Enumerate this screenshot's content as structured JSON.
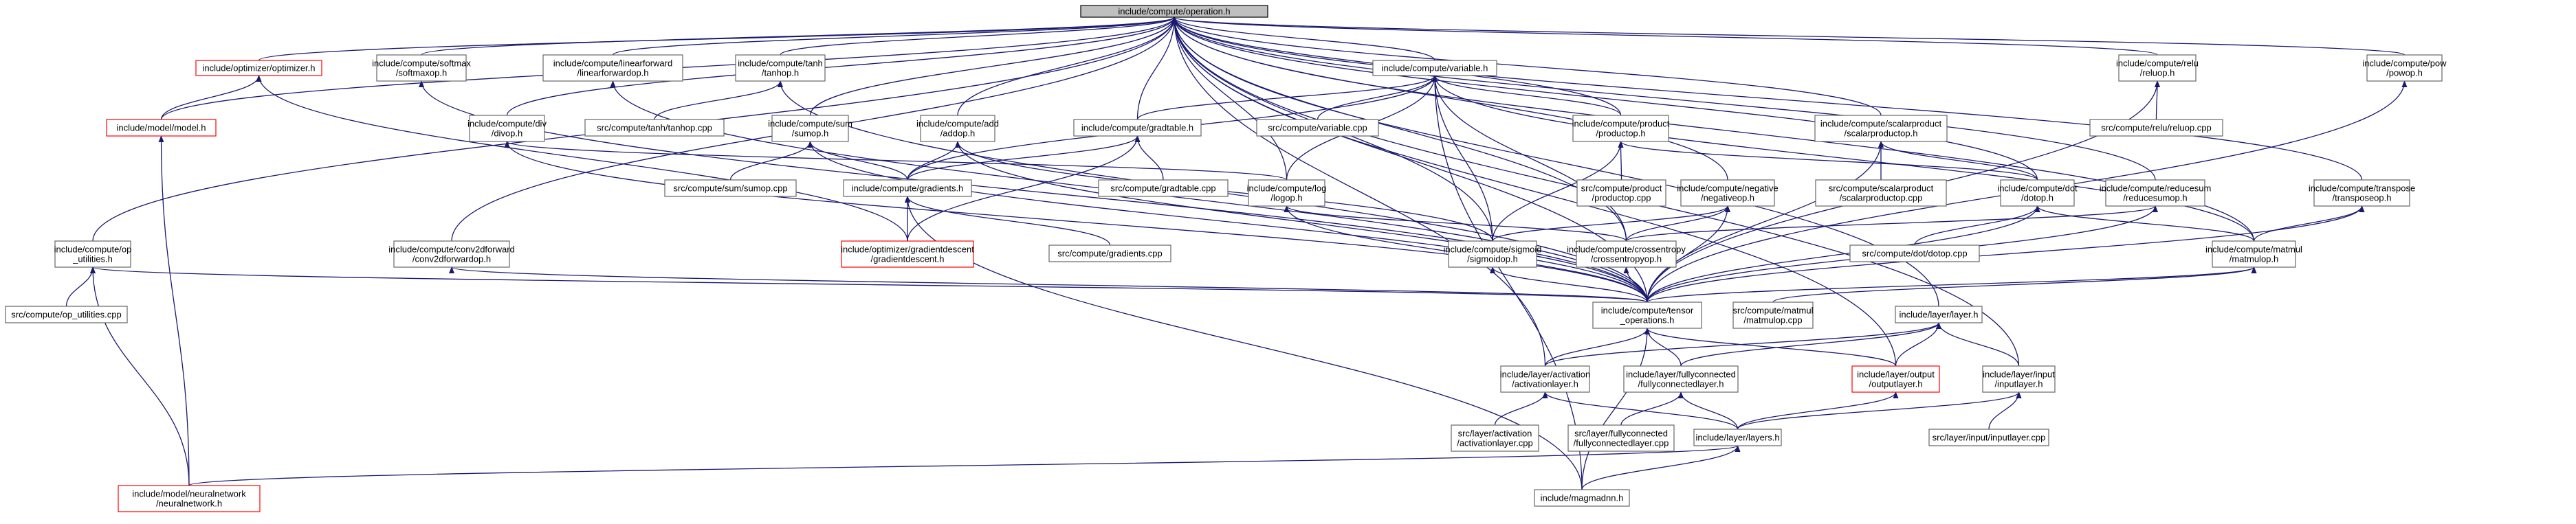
{
  "graph": {
    "title": "",
    "colors": {
      "edge": "#191970",
      "node_border": "#666666",
      "node_fill": "#ffffff",
      "root_fill": "#bfbfbf",
      "link_missing_border": "#ff0000"
    },
    "nodes": [
      {
        "id": "n_op",
        "lines": [
          "include/compute/operation.h"
        ],
        "root": true,
        "red": false
      },
      {
        "id": "n_optimizer",
        "lines": [
          "include/optimizer/optimizer.h"
        ],
        "root": false,
        "red": true
      },
      {
        "id": "n_softmax",
        "lines": [
          "include/compute/softmax",
          "/softmaxop.h"
        ],
        "root": false,
        "red": false
      },
      {
        "id": "n_linearforward",
        "lines": [
          "include/compute/linearforward",
          "/linearforwardop.h"
        ],
        "root": false,
        "red": false
      },
      {
        "id": "n_tanh",
        "lines": [
          "include/compute/tanh",
          "/tanhop.h"
        ],
        "root": false,
        "red": false
      },
      {
        "id": "n_variable",
        "lines": [
          "include/compute/variable.h"
        ],
        "root": false,
        "red": false
      },
      {
        "id": "n_relu",
        "lines": [
          "include/compute/relu",
          "/reluop.h"
        ],
        "root": false,
        "red": false
      },
      {
        "id": "n_pow",
        "lines": [
          "include/compute/pow",
          "/powop.h"
        ],
        "root": false,
        "red": false
      },
      {
        "id": "n_model",
        "lines": [
          "include/model/model.h"
        ],
        "root": false,
        "red": true
      },
      {
        "id": "n_div",
        "lines": [
          "include/compute/div",
          "/divop.h"
        ],
        "root": false,
        "red": false
      },
      {
        "id": "n_tanhcpp",
        "lines": [
          "src/compute/tanh/tanhop.cpp"
        ],
        "root": false,
        "red": false
      },
      {
        "id": "n_sum",
        "lines": [
          "include/compute/sum",
          "/sumop.h"
        ],
        "root": false,
        "red": false
      },
      {
        "id": "n_add",
        "lines": [
          "include/compute/add",
          "/addop.h"
        ],
        "root": false,
        "red": false
      },
      {
        "id": "n_gradtable",
        "lines": [
          "include/compute/gradtable.h"
        ],
        "root": false,
        "red": false
      },
      {
        "id": "n_variablecpp",
        "lines": [
          "src/compute/variable.cpp"
        ],
        "root": false,
        "red": false
      },
      {
        "id": "n_product",
        "lines": [
          "include/compute/product",
          "/productop.h"
        ],
        "root": false,
        "red": false
      },
      {
        "id": "n_scalarproduct",
        "lines": [
          "include/compute/scalarproduct",
          "/scalarproductop.h"
        ],
        "root": false,
        "red": false
      },
      {
        "id": "n_relucpp",
        "lines": [
          "src/compute/relu/reluop.cpp"
        ],
        "root": false,
        "red": false
      },
      {
        "id": "n_sumcpp",
        "lines": [
          "src/compute/sum/sumop.cpp"
        ],
        "root": false,
        "red": false
      },
      {
        "id": "n_gradtablecpp",
        "lines": [
          "src/compute/gradtable.cpp"
        ],
        "root": false,
        "red": false
      },
      {
        "id": "n_log",
        "lines": [
          "include/compute/log",
          "/logop.h"
        ],
        "root": false,
        "red": false
      },
      {
        "id": "n_productcpp",
        "lines": [
          "src/compute/product",
          "/productop.cpp"
        ],
        "root": false,
        "red": false
      },
      {
        "id": "n_scalarproductcpp",
        "lines": [
          "src/compute/scalarproduct",
          "/scalarproductop.cpp"
        ],
        "root": false,
        "red": false
      },
      {
        "id": "n_gradients",
        "lines": [
          "include/compute/gradients.h"
        ],
        "root": false,
        "red": false
      },
      {
        "id": "n_negative",
        "lines": [
          "include/compute/negative",
          "/negativeop.h"
        ],
        "root": false,
        "red": false
      },
      {
        "id": "n_dot",
        "lines": [
          "include/compute/dot",
          "/dotop.h"
        ],
        "root": false,
        "red": false
      },
      {
        "id": "n_reducesum",
        "lines": [
          "include/compute/reducesum",
          "/reducesumop.h"
        ],
        "root": false,
        "red": false
      },
      {
        "id": "n_transpose",
        "lines": [
          "include/compute/transpose",
          "/transposeop.h"
        ],
        "root": false,
        "red": false
      },
      {
        "id": "n_oputil",
        "lines": [
          "include/compute/op",
          "_utilities.h"
        ],
        "root": false,
        "red": false
      },
      {
        "id": "n_conv2d",
        "lines": [
          "include/compute/conv2dforward",
          "/conv2dforwardop.h"
        ],
        "root": false,
        "red": false
      },
      {
        "id": "n_graddescent",
        "lines": [
          "include/optimizer/gradientdescent",
          "/gradientdescent.h"
        ],
        "root": false,
        "red": true
      },
      {
        "id": "n_gradientscpp",
        "lines": [
          "src/compute/gradients.cpp"
        ],
        "root": false,
        "red": false
      },
      {
        "id": "n_sigmoid",
        "lines": [
          "include/compute/sigmoid",
          "/sigmoidop.h"
        ],
        "root": false,
        "red": false
      },
      {
        "id": "n_crossentropy",
        "lines": [
          "include/compute/crossentropy",
          "/crossentropyop.h"
        ],
        "root": false,
        "red": false
      },
      {
        "id": "n_dotcpp",
        "lines": [
          "src/compute/dot/dotop.cpp"
        ],
        "root": false,
        "red": false
      },
      {
        "id": "n_matmul",
        "lines": [
          "include/compute/matmul",
          "/matmulop.h"
        ],
        "root": false,
        "red": false
      },
      {
        "id": "n_oputilcpp",
        "lines": [
          "src/compute/op_utilities.cpp"
        ],
        "root": false,
        "red": false
      },
      {
        "id": "n_tensorops",
        "lines": [
          "include/compute/tensor",
          "_operations.h"
        ],
        "root": false,
        "red": false
      },
      {
        "id": "n_matmulcpp",
        "lines": [
          "src/compute/matmul",
          "/matmulop.cpp"
        ],
        "root": false,
        "red": false
      },
      {
        "id": "n_layer",
        "lines": [
          "include/layer/layer.h"
        ],
        "root": false,
        "red": false
      },
      {
        "id": "n_activation",
        "lines": [
          "include/layer/activation",
          "/activationlayer.h"
        ],
        "root": false,
        "red": false
      },
      {
        "id": "n_fc",
        "lines": [
          "include/layer/fullyconnected",
          "/fullyconnectedlayer.h"
        ],
        "root": false,
        "red": false
      },
      {
        "id": "n_output",
        "lines": [
          "include/layer/output",
          "/outputlayer.h"
        ],
        "root": false,
        "red": true
      },
      {
        "id": "n_input",
        "lines": [
          "include/layer/input",
          "/inputlayer.h"
        ],
        "root": false,
        "red": false
      },
      {
        "id": "n_activationcpp",
        "lines": [
          "src/layer/activation",
          "/activationlayer.cpp"
        ],
        "root": false,
        "red": false
      },
      {
        "id": "n_fccpp",
        "lines": [
          "src/layer/fullyconnected",
          "/fullyconnectedlayer.cpp"
        ],
        "root": false,
        "red": false
      },
      {
        "id": "n_layers",
        "lines": [
          "include/layer/layers.h"
        ],
        "root": false,
        "red": false
      },
      {
        "id": "n_inputcpp",
        "lines": [
          "src/layer/input/inputlayer.cpp"
        ],
        "root": false,
        "red": false
      },
      {
        "id": "n_neuralnet",
        "lines": [
          "include/model/neuralnetwork",
          "/neuralnetwork.h"
        ],
        "root": false,
        "red": true
      },
      {
        "id": "n_magmadnn",
        "lines": [
          "include/magmadnn.h"
        ],
        "root": false,
        "red": false
      }
    ],
    "edges": [
      [
        "n_optimizer",
        "n_op"
      ],
      [
        "n_softmax",
        "n_op"
      ],
      [
        "n_linearforward",
        "n_op"
      ],
      [
        "n_tanh",
        "n_op"
      ],
      [
        "n_variable",
        "n_op"
      ],
      [
        "n_relu",
        "n_op"
      ],
      [
        "n_pow",
        "n_op"
      ],
      [
        "n_model",
        "n_op"
      ],
      [
        "n_div",
        "n_op"
      ],
      [
        "n_sum",
        "n_op"
      ],
      [
        "n_add",
        "n_op"
      ],
      [
        "n_gradtable",
        "n_op"
      ],
      [
        "n_product",
        "n_op"
      ],
      [
        "n_scalarproduct",
        "n_op"
      ],
      [
        "n_log",
        "n_op"
      ],
      [
        "n_negative",
        "n_op"
      ],
      [
        "n_dot",
        "n_op"
      ],
      [
        "n_reducesum",
        "n_op"
      ],
      [
        "n_transpose",
        "n_op"
      ],
      [
        "n_oputil",
        "n_op"
      ],
      [
        "n_conv2d",
        "n_op"
      ],
      [
        "n_sigmoid",
        "n_op"
      ],
      [
        "n_crossentropy",
        "n_op"
      ],
      [
        "n_matmul",
        "n_op"
      ],
      [
        "n_tensorops",
        "n_op"
      ],
      [
        "n_layer",
        "n_op"
      ],
      [
        "n_activation",
        "n_op"
      ],
      [
        "n_input",
        "n_op"
      ],
      [
        "n_output",
        "n_op"
      ],
      [
        "n_model",
        "n_optimizer"
      ],
      [
        "n_graddescent",
        "n_optimizer"
      ],
      [
        "n_neuralnet",
        "n_model"
      ],
      [
        "n_tensorops",
        "n_softmax"
      ],
      [
        "n_tensorops",
        "n_linearforward"
      ],
      [
        "n_tanhcpp",
        "n_tanh"
      ],
      [
        "n_tensorops",
        "n_tanh"
      ],
      [
        "n_gradtable",
        "n_variable"
      ],
      [
        "n_variablecpp",
        "n_variable"
      ],
      [
        "n_product",
        "n_variable"
      ],
      [
        "n_log",
        "n_variable"
      ],
      [
        "n_gradients",
        "n_variable"
      ],
      [
        "n_sigmoid",
        "n_variable"
      ],
      [
        "n_crossentropy",
        "n_variable"
      ],
      [
        "n_matmul",
        "n_variable"
      ],
      [
        "n_magmadnn",
        "n_variable"
      ],
      [
        "n_relucpp",
        "n_relu"
      ],
      [
        "n_tensorops",
        "n_relu"
      ],
      [
        "n_tensorops",
        "n_pow"
      ],
      [
        "n_log",
        "n_div"
      ],
      [
        "n_tensorops",
        "n_div"
      ],
      [
        "n_sumcpp",
        "n_sum"
      ],
      [
        "n_gradients",
        "n_sum"
      ],
      [
        "n_tensorops",
        "n_sum"
      ],
      [
        "n_gradients",
        "n_add"
      ],
      [
        "n_sigmoid",
        "n_add"
      ],
      [
        "n_tensorops",
        "n_add"
      ],
      [
        "n_gradients",
        "n_gradtable"
      ],
      [
        "n_gradtablecpp",
        "n_gradtable"
      ],
      [
        "n_graddescent",
        "n_gradtable"
      ],
      [
        "n_productcpp",
        "n_product"
      ],
      [
        "n_sigmoid",
        "n_product"
      ],
      [
        "n_dot",
        "n_product"
      ],
      [
        "n_scalarproductcpp",
        "n_scalarproduct"
      ],
      [
        "n_dot",
        "n_scalarproduct"
      ],
      [
        "n_tensorops",
        "n_scalarproduct"
      ],
      [
        "n_crossentropy",
        "n_log"
      ],
      [
        "n_tensorops",
        "n_log"
      ],
      [
        "n_gradientscpp",
        "n_gradients"
      ],
      [
        "n_graddescent",
        "n_gradients"
      ],
      [
        "n_magmadnn",
        "n_gradients"
      ],
      [
        "n_sigmoid",
        "n_negative"
      ],
      [
        "n_crossentropy",
        "n_negative"
      ],
      [
        "n_tensorops",
        "n_negative"
      ],
      [
        "n_dotcpp",
        "n_dot"
      ],
      [
        "n_matmul",
        "n_dot"
      ],
      [
        "n_tensorops",
        "n_dot"
      ],
      [
        "n_crossentropy",
        "n_reducesum"
      ],
      [
        "n_tensorops",
        "n_reducesum"
      ],
      [
        "n_matmul",
        "n_transpose"
      ],
      [
        "n_tensorops",
        "n_transpose"
      ],
      [
        "n_oputilcpp",
        "n_oputil"
      ],
      [
        "n_tensorops",
        "n_oputil"
      ],
      [
        "n_neuralnet",
        "n_oputil"
      ],
      [
        "n_tensorops",
        "n_conv2d"
      ],
      [
        "n_tensorops",
        "n_sigmoid"
      ],
      [
        "n_tensorops",
        "n_crossentropy"
      ],
      [
        "n_matmulcpp",
        "n_matmul"
      ],
      [
        "n_tensorops",
        "n_matmul"
      ],
      [
        "n_activation",
        "n_tensorops"
      ],
      [
        "n_fc",
        "n_tensorops"
      ],
      [
        "n_output",
        "n_tensorops"
      ],
      [
        "n_magmadnn",
        "n_tensorops"
      ],
      [
        "n_activation",
        "n_layer"
      ],
      [
        "n_fc",
        "n_layer"
      ],
      [
        "n_output",
        "n_layer"
      ],
      [
        "n_input",
        "n_layer"
      ],
      [
        "n_activationcpp",
        "n_activation"
      ],
      [
        "n_layers",
        "n_activation"
      ],
      [
        "n_fccpp",
        "n_fc"
      ],
      [
        "n_layers",
        "n_fc"
      ],
      [
        "n_layers",
        "n_output"
      ],
      [
        "n_inputcpp",
        "n_input"
      ],
      [
        "n_layers",
        "n_input"
      ],
      [
        "n_neuralnet",
        "n_layers"
      ],
      [
        "n_magmadnn",
        "n_layers"
      ]
    ]
  }
}
